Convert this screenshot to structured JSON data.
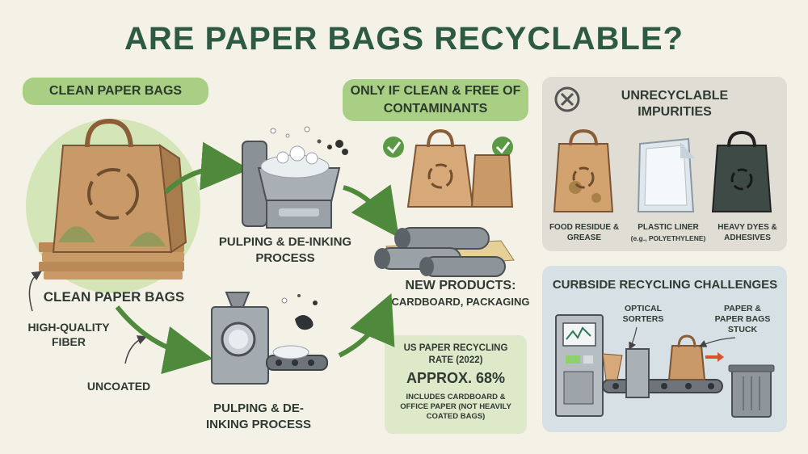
{
  "title": "ARE PAPER BAGS RECYCLABLE?",
  "left": {
    "pill": "CLEAN PAPER BAGS",
    "stack_label": "CLEAN PAPER BAGS",
    "fiber_label": "HIGH-QUALITY FIBER",
    "uncoated_label": "UNCOATED"
  },
  "process": {
    "top_label": "PULPING & DE-INKING PROCESS",
    "bottom_label": "PULPING & DE-INKING PROCESS"
  },
  "middle": {
    "pill": "ONLY IF CLEAN & FREE OF CONTAMINANTS",
    "products_title": "NEW PRODUCTS:",
    "products_sub": "CARDBOARD, PACKAGING"
  },
  "stat": {
    "heading": "US PAPER RECYCLING RATE (2022)",
    "value": "APPROX. 68%",
    "note": "INCLUDES CARDBOARD & OFFICE PAPER (NOT HEAVILY COATED BAGS)"
  },
  "impurities": {
    "title": "UNRECYCLABLE IMPURITIES",
    "items": [
      {
        "label": "FOOD RESIDUE & GREASE",
        "sub": ""
      },
      {
        "label": "PLASTIC LINER",
        "sub": "(e.g., POLYETHYLENE)"
      },
      {
        "label": "HEAVY DYES & ADHESIVES",
        "sub": ""
      }
    ]
  },
  "curbside": {
    "title": "CURBSIDE RECYCLING CHALLENGES",
    "optical": "OPTICAL SORTERS",
    "stuck": "PAPER & PAPER BAGS STUCK"
  },
  "colors": {
    "accent_green": "#a9cf84",
    "title_green": "#2d5a43",
    "kraft": "#c99a68"
  }
}
